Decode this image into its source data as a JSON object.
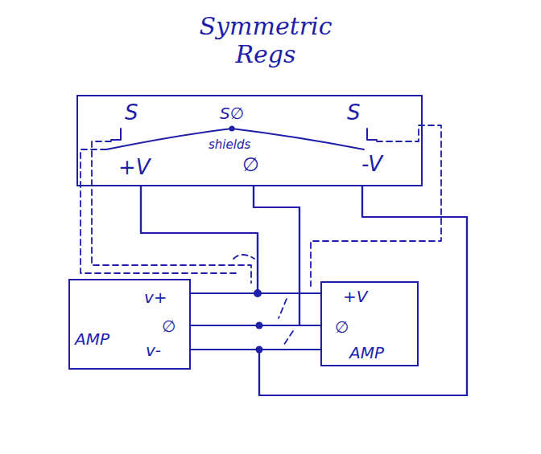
{
  "diagram": {
    "title": "Symmetric Regs",
    "nodes": [
      {
        "text": [
          "S",
          "S∅",
          "S",
          "shields",
          "+V",
          "∅",
          "-V"
        ]
      },
      {
        "text": [
          "v+",
          "∅",
          "v-",
          "AMP"
        ]
      },
      {
        "text": [
          "+V",
          "∅",
          "AMP"
        ]
      }
    ],
    "edges": [
      {
        "from": 0,
        "to": 1,
        "arrow": "none"
      },
      {
        "from": 0,
        "to": 2,
        "arrow": "none"
      },
      {
        "from": 0,
        "to": 1,
        "arrow": "none"
      },
      {
        "from": 0,
        "to": 2,
        "arrow": "none"
      },
      {
        "from": 0,
        "to": 1,
        "arrow": "none"
      },
      {
        "from": 0,
        "to": 2,
        "arrow": "none"
      }
    ]
  }
}
